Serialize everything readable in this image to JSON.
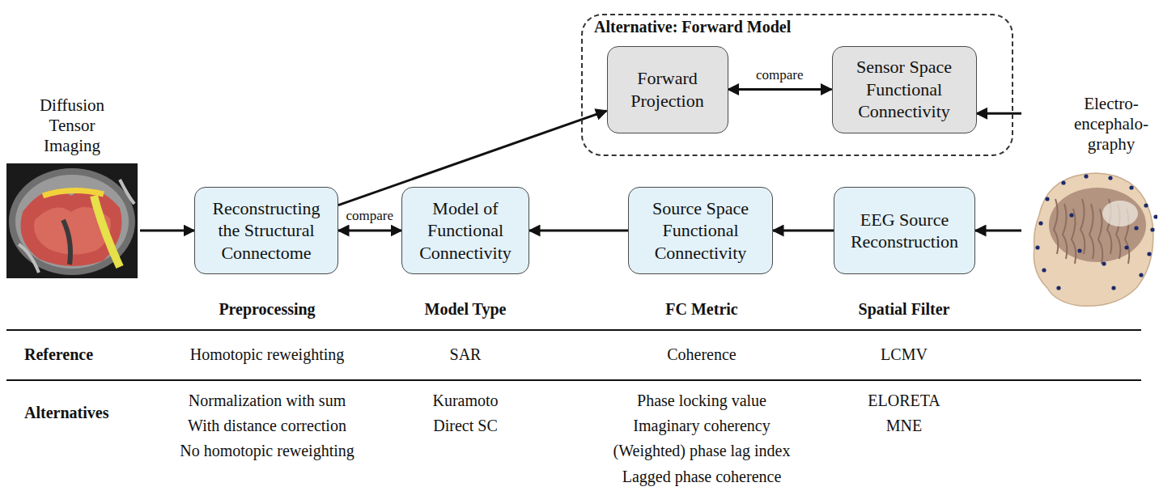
{
  "diagram": {
    "nodes": [
      {
        "text": [
          "Alternative: Forward Model"
        ]
      },
      {
        "text": [
          "Forward Projection"
        ],
        "in": 0
      },
      {
        "text": [
          "Sensor Space Functional Connectivity"
        ],
        "in": 0
      },
      {
        "text": [
          "Diffusion Tensor Imaging"
        ]
      },
      {
        "text": [
          "Reconstructing the Structural Connectome"
        ]
      },
      {
        "text": [
          "Model of Functional Connectivity"
        ]
      },
      {
        "text": [
          "Source Space Functional Connectivity"
        ]
      },
      {
        "text": [
          "EEG Source Reconstruction"
        ]
      },
      {
        "text": [
          "Electro- encephalo- graphy"
        ]
      }
    ],
    "edges": [
      {
        "from": 3,
        "to": 4,
        "arrow": "to"
      },
      {
        "from": 4,
        "to": 5,
        "label": "compare",
        "arrow": "both"
      },
      {
        "from": 6,
        "to": 5,
        "arrow": "to"
      },
      {
        "from": 7,
        "to": 6,
        "arrow": "to"
      },
      {
        "from": 8,
        "to": 7,
        "arrow": "to"
      },
      {
        "from": 4,
        "to": 1,
        "arrow": "to"
      },
      {
        "from": 1,
        "to": 2,
        "label": "compare",
        "arrow": "both"
      },
      {
        "from": 8,
        "to": 2,
        "arrow": "to"
      }
    ],
    "labels": [
      "Preprocessing",
      "Model Type",
      "FC Metric",
      "Spatial Filter",
      "Reference",
      "Homotopic reweighting",
      "SAR",
      "Coherence",
      "LCMV",
      "Alternatives",
      "Normalization with sum",
      "With distance correction",
      "No homotopic reweighting",
      "Kuramoto",
      "Direct SC",
      "Phase locking value",
      "Imaginary coherency",
      "(Weighted) phase lag index",
      "Lagged phase coherence",
      "ELORETA",
      "MNE"
    ]
  }
}
